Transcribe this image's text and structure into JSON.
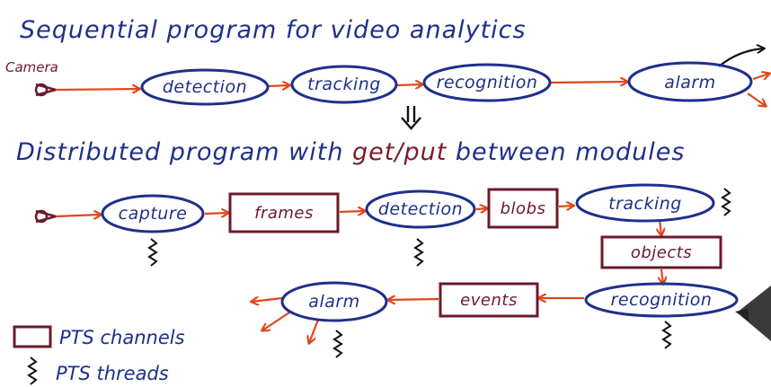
{
  "title_sequential": "Sequential program for video analytics",
  "title_distributed_pre": "Distributed program with ",
  "title_distributed_getput": "get/put",
  "title_distributed_post": " between modules",
  "camera_label": "Camera",
  "sequential_nodes": [
    "detection",
    "tracking",
    "recognition",
    "alarm"
  ],
  "distributed_row1": {
    "capture": "capture",
    "frames": "frames",
    "detection": "detection",
    "blobs": "blobs",
    "tracking": "tracking"
  },
  "objects": "objects",
  "distributed_row3": {
    "recognition": "recognition",
    "events": "events",
    "alarm": "alarm"
  },
  "legend": {
    "channels": "PTS channels",
    "threads": "PTS threads"
  },
  "colors": {
    "ink_blue": "#1f2f8a",
    "ink_red": "#6b1a2a",
    "arrow": "#e2461c"
  }
}
